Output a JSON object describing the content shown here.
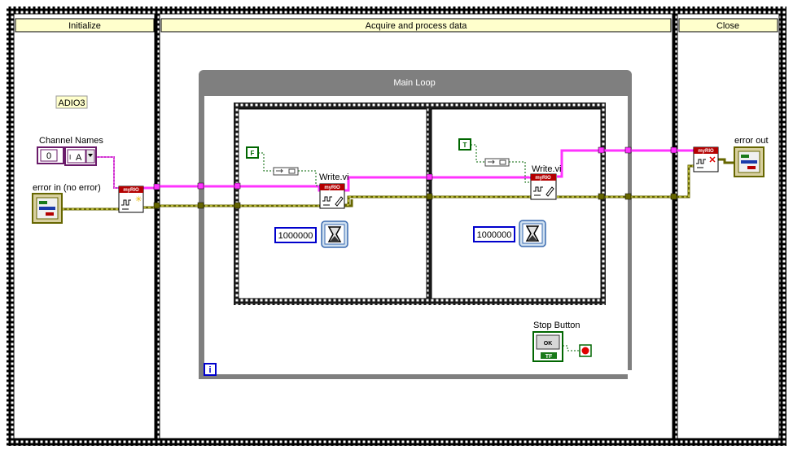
{
  "frames": {
    "initialize": "Initialize",
    "acquire": "Acquire and process data",
    "close": "Close"
  },
  "main_loop": {
    "title": "Main Loop",
    "iteration_terminal": "i"
  },
  "controls": {
    "adio_label": "ADIO3",
    "channel_names_label": "Channel Names",
    "channel_index": "0",
    "channel_value": "A",
    "error_in_label": "error in (no error)",
    "error_out_label": "error out",
    "stop_button_label": "Stop Button",
    "stop_button_text": "OK",
    "stop_button_type": "TF"
  },
  "sequence": {
    "frame1": {
      "bool_const": "F",
      "write_label": "Write.vi",
      "wait_ms": "1000000"
    },
    "frame2": {
      "bool_const": "T",
      "write_label": "Write.vi",
      "wait_ms": "1000000"
    }
  },
  "myrio_tag": "myRIO",
  "colors": {
    "frame_border": "#000000",
    "frame_header": "#ffffcc",
    "loop_gray": "#7f7f7f",
    "wire_pink": "#ff33ff",
    "wire_error": "#666600",
    "node_red": "#b40000",
    "stop_green": "#1a7a1a",
    "bool_green": "#006600",
    "numeric_blue": "#0000cc"
  },
  "icons": [
    "open-icon",
    "write-icon",
    "close-icon",
    "wait-icon",
    "stop-terminal-icon",
    "error-cluster-icon"
  ]
}
